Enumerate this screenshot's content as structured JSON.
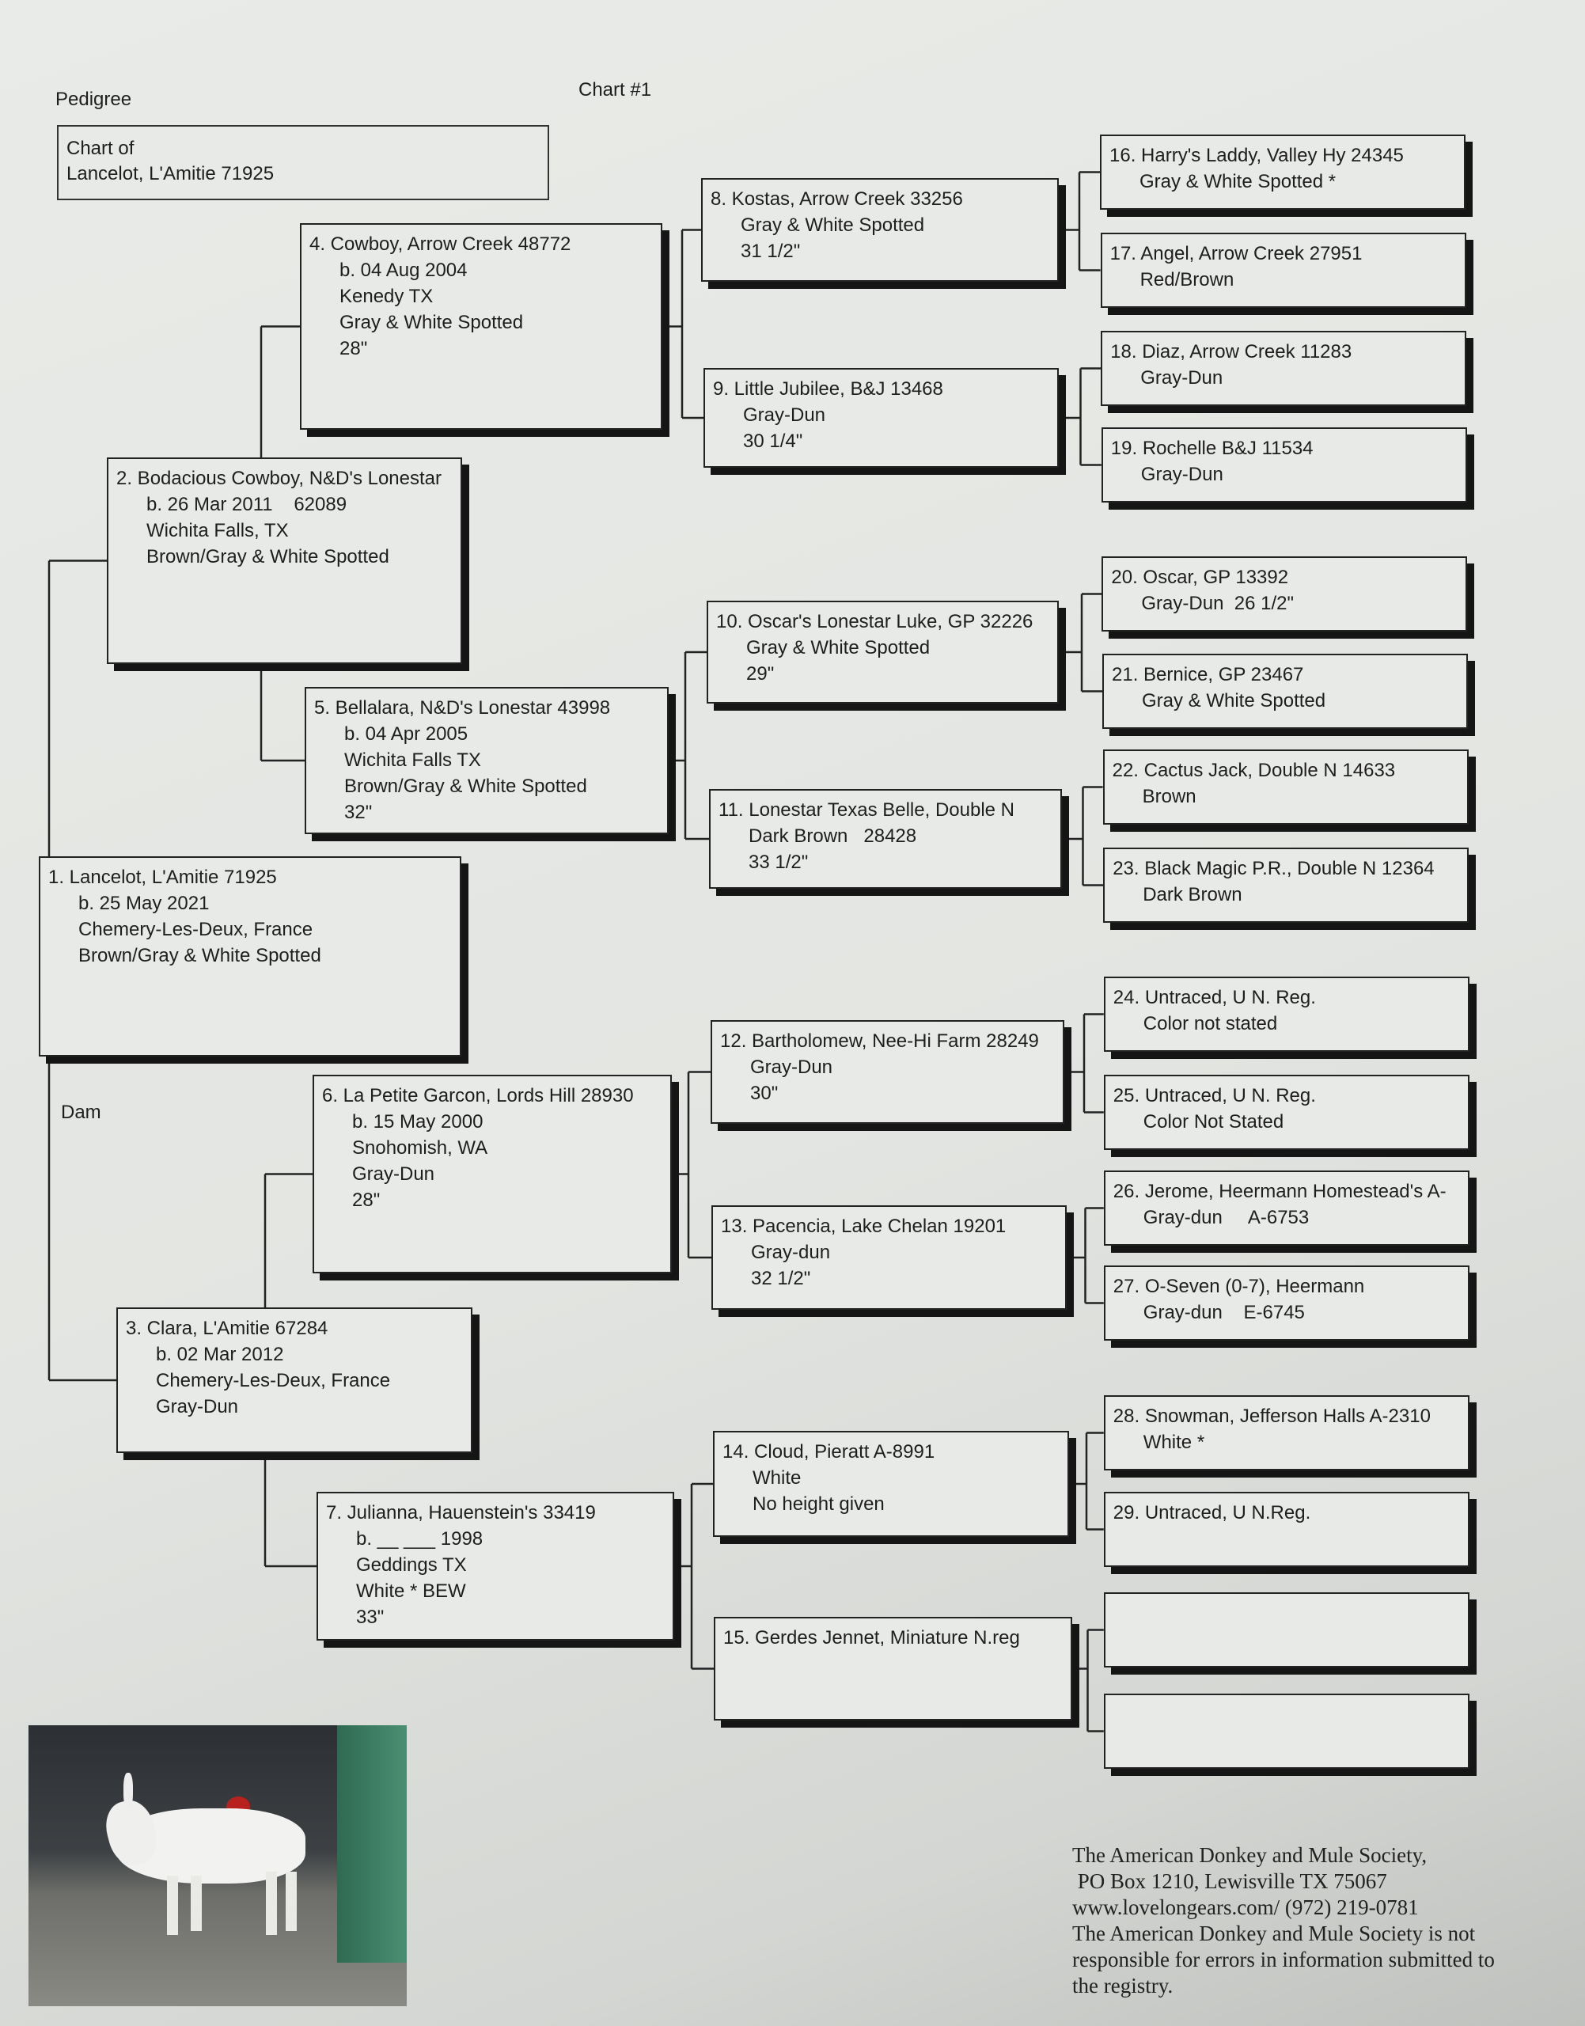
{
  "header": {
    "pedigree_label": "Pedigree",
    "chart_number": "Chart #1",
    "chart_of": [
      "Chart of",
      "Lancelot, L'Amitie 71925"
    ],
    "dam_label": "Dam"
  },
  "boxes": [
    [
      "1. Lancelot, L'Amitie 71925",
      "b. 25 May 2021",
      "Chemery-Les-Deux, France",
      "Brown/Gray & White Spotted"
    ],
    [
      "2. Bodacious Cowboy, N&D's Lonestar",
      "b. 26 Mar 2011    62089",
      "Wichita Falls, TX",
      "Brown/Gray & White Spotted"
    ],
    [
      "3. Clara, L'Amitie 67284",
      "b. 02 Mar 2012",
      "Chemery-Les-Deux, France",
      "Gray-Dun"
    ],
    [
      "4. Cowboy, Arrow Creek 48772",
      "b. 04 Aug 2004",
      "Kenedy TX",
      "Gray & White Spotted",
      "28\""
    ],
    [
      "5. Bellalara, N&D's Lonestar 43998",
      "b. 04 Apr 2005",
      "Wichita Falls TX",
      "Brown/Gray & White Spotted",
      "32\""
    ],
    [
      "6. La Petite Garcon, Lords Hill 28930",
      "b. 15 May 2000",
      "Snohomish, WA",
      "Gray-Dun",
      "28\""
    ],
    [
      "7. Julianna, Hauenstein's 33419",
      "b. __ ___ 1998",
      "Geddings TX",
      "White * BEW",
      "33\""
    ],
    [
      "8. Kostas, Arrow Creek 33256",
      "Gray & White Spotted",
      "31 1/2\""
    ],
    [
      "9. Little Jubilee, B&J 13468",
      "Gray-Dun",
      "30 1/4\""
    ],
    [
      "10. Oscar's Lonestar Luke, GP 32226",
      "Gray & White Spotted",
      "29\""
    ],
    [
      "11. Lonestar Texas Belle, Double N",
      "Dark Brown   28428",
      "33 1/2\""
    ],
    [
      "12. Bartholomew, Nee-Hi Farm 28249",
      "Gray-Dun",
      "30\""
    ],
    [
      "13. Pacencia, Lake Chelan 19201",
      "Gray-dun",
      "32 1/2\""
    ],
    [
      "14. Cloud, Pieratt A-8991",
      "White",
      "No height given"
    ],
    [
      "15. Gerdes Jennet, Miniature N.reg"
    ],
    [
      "16. Harry's Laddy, Valley Hy 24345",
      "Gray & White Spotted *"
    ],
    [
      "17. Angel, Arrow Creek 27951",
      "Red/Brown"
    ],
    [
      "18. Diaz, Arrow Creek 11283",
      "Gray-Dun"
    ],
    [
      "19. Rochelle B&J 11534",
      "Gray-Dun"
    ],
    [
      "20. Oscar, GP 13392",
      "Gray-Dun  26 1/2\""
    ],
    [
      "21. Bernice, GP 23467",
      "Gray & White Spotted"
    ],
    [
      "22. Cactus Jack, Double N 14633",
      "Brown"
    ],
    [
      "23. Black Magic P.R., Double N 12364",
      "Dark Brown"
    ],
    [
      "24. Untraced, U N. Reg.",
      "Color not stated"
    ],
    [
      "25. Untraced, U N. Reg.",
      "Color Not Stated"
    ],
    [
      "26. Jerome, Heermann Homestead's A-",
      "Gray-dun     A-6753"
    ],
    [
      "27. O-Seven (0-7), Heermann",
      "Gray-dun    E-6745"
    ],
    [
      "28. Snowman, Jefferson Halls A-2310",
      "White *"
    ],
    [
      "29. Untraced, U N.Reg."
    ],
    [],
    []
  ],
  "footer": [
    "The American Donkey and Mule Society,",
    " PO Box 1210, Lewisville TX 75067",
    "www.lovelongears.com/ (972) 219-0781",
    "The American Donkey and Mule Society is not",
    "responsible for errors in information submitted to",
    "the registry."
  ]
}
